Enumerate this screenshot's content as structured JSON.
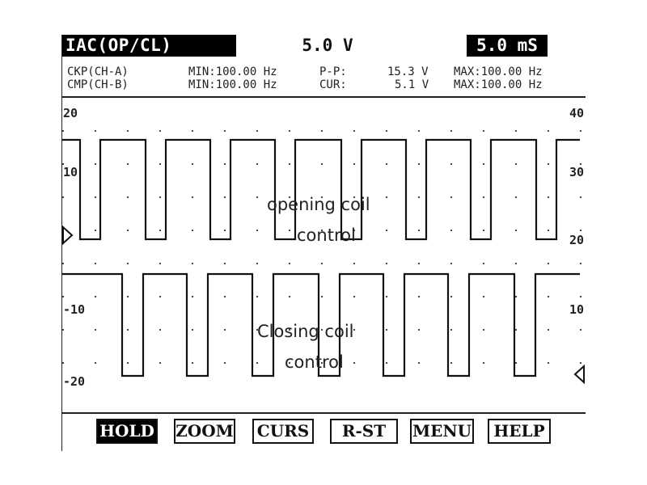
{
  "header": {
    "title": "IAC(OP/CL)",
    "voltage_div": "5.0 V",
    "time_div": "5.0 mS"
  },
  "channels": [
    {
      "name": "CKP(CH-A)",
      "min": "MIN:100.00 Hz",
      "reading_label": "P-P:",
      "reading_value": "15.3 V",
      "max": "MAX:100.00 Hz"
    },
    {
      "name": "CMP(CH-B)",
      "min": "MIN:100.00 Hz",
      "reading_label": "CUR:",
      "reading_value": "5.1 V",
      "max": "MAX:100.00 Hz"
    }
  ],
  "axis_left": [
    "20",
    "10",
    "-10",
    "-20"
  ],
  "axis_right": [
    "40",
    "30",
    "20",
    "10"
  ],
  "annotations": {
    "opening": [
      "opening coil",
      "control"
    ],
    "closing": [
      "Closing coil",
      "control"
    ]
  },
  "soft_buttons": [
    {
      "label": "HOLD",
      "active": true
    },
    {
      "label": "ZOOM",
      "active": false
    },
    {
      "label": "CURS",
      "active": false
    },
    {
      "label": "R-ST",
      "active": false
    },
    {
      "label": "MENU",
      "active": false
    },
    {
      "label": "HELP",
      "active": false
    }
  ],
  "colors": {
    "trace": "#111111",
    "background": "#ffffff",
    "highlight": "#000000"
  }
}
